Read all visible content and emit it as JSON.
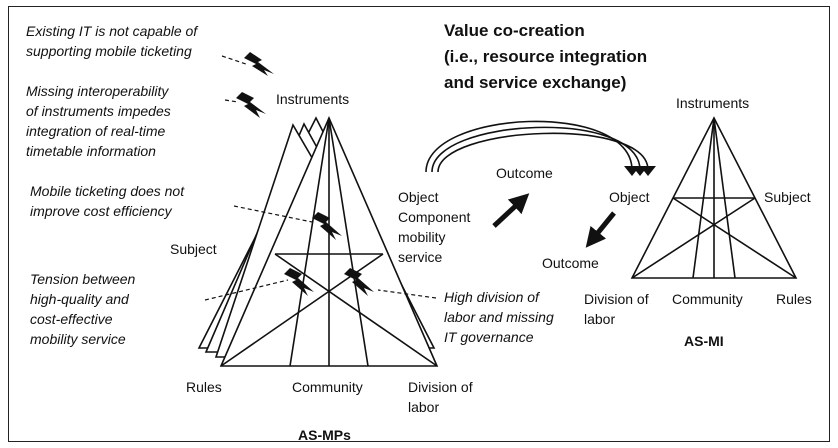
{
  "title_lines": [
    "Value co-creation",
    "(i.e., resource integration",
    "and service exchange)"
  ],
  "left_system": {
    "name": "AS-MPs",
    "nodes": {
      "instruments": "Instruments",
      "subject": "Subject",
      "object_lines": [
        "Object",
        "Component",
        "mobility",
        "service"
      ],
      "rules": "Rules",
      "community": "Community",
      "division_lines": [
        "Division of",
        "labor"
      ]
    },
    "tensions": [
      [
        "Existing IT is not capable of",
        "supporting mobile ticketing"
      ],
      [
        "Missing interoperability",
        "of instruments impedes",
        "integration of real-time",
        "timetable information"
      ],
      [
        "Mobile ticketing does not",
        "improve cost efficiency"
      ],
      [
        "Tension between",
        "high-quality and",
        "cost-effective",
        "mobility service"
      ],
      [
        "High division of",
        "labor and missing",
        "IT governance"
      ]
    ]
  },
  "middle": {
    "outcome_upper": "Outcome",
    "outcome_lower": "Outcome"
  },
  "right_system": {
    "name": "AS-MI",
    "nodes": {
      "instruments": "Instruments",
      "object": "Object",
      "subject": "Subject",
      "division_lines": [
        "Division of",
        "labor"
      ],
      "community": "Community",
      "rules": "Rules"
    }
  }
}
